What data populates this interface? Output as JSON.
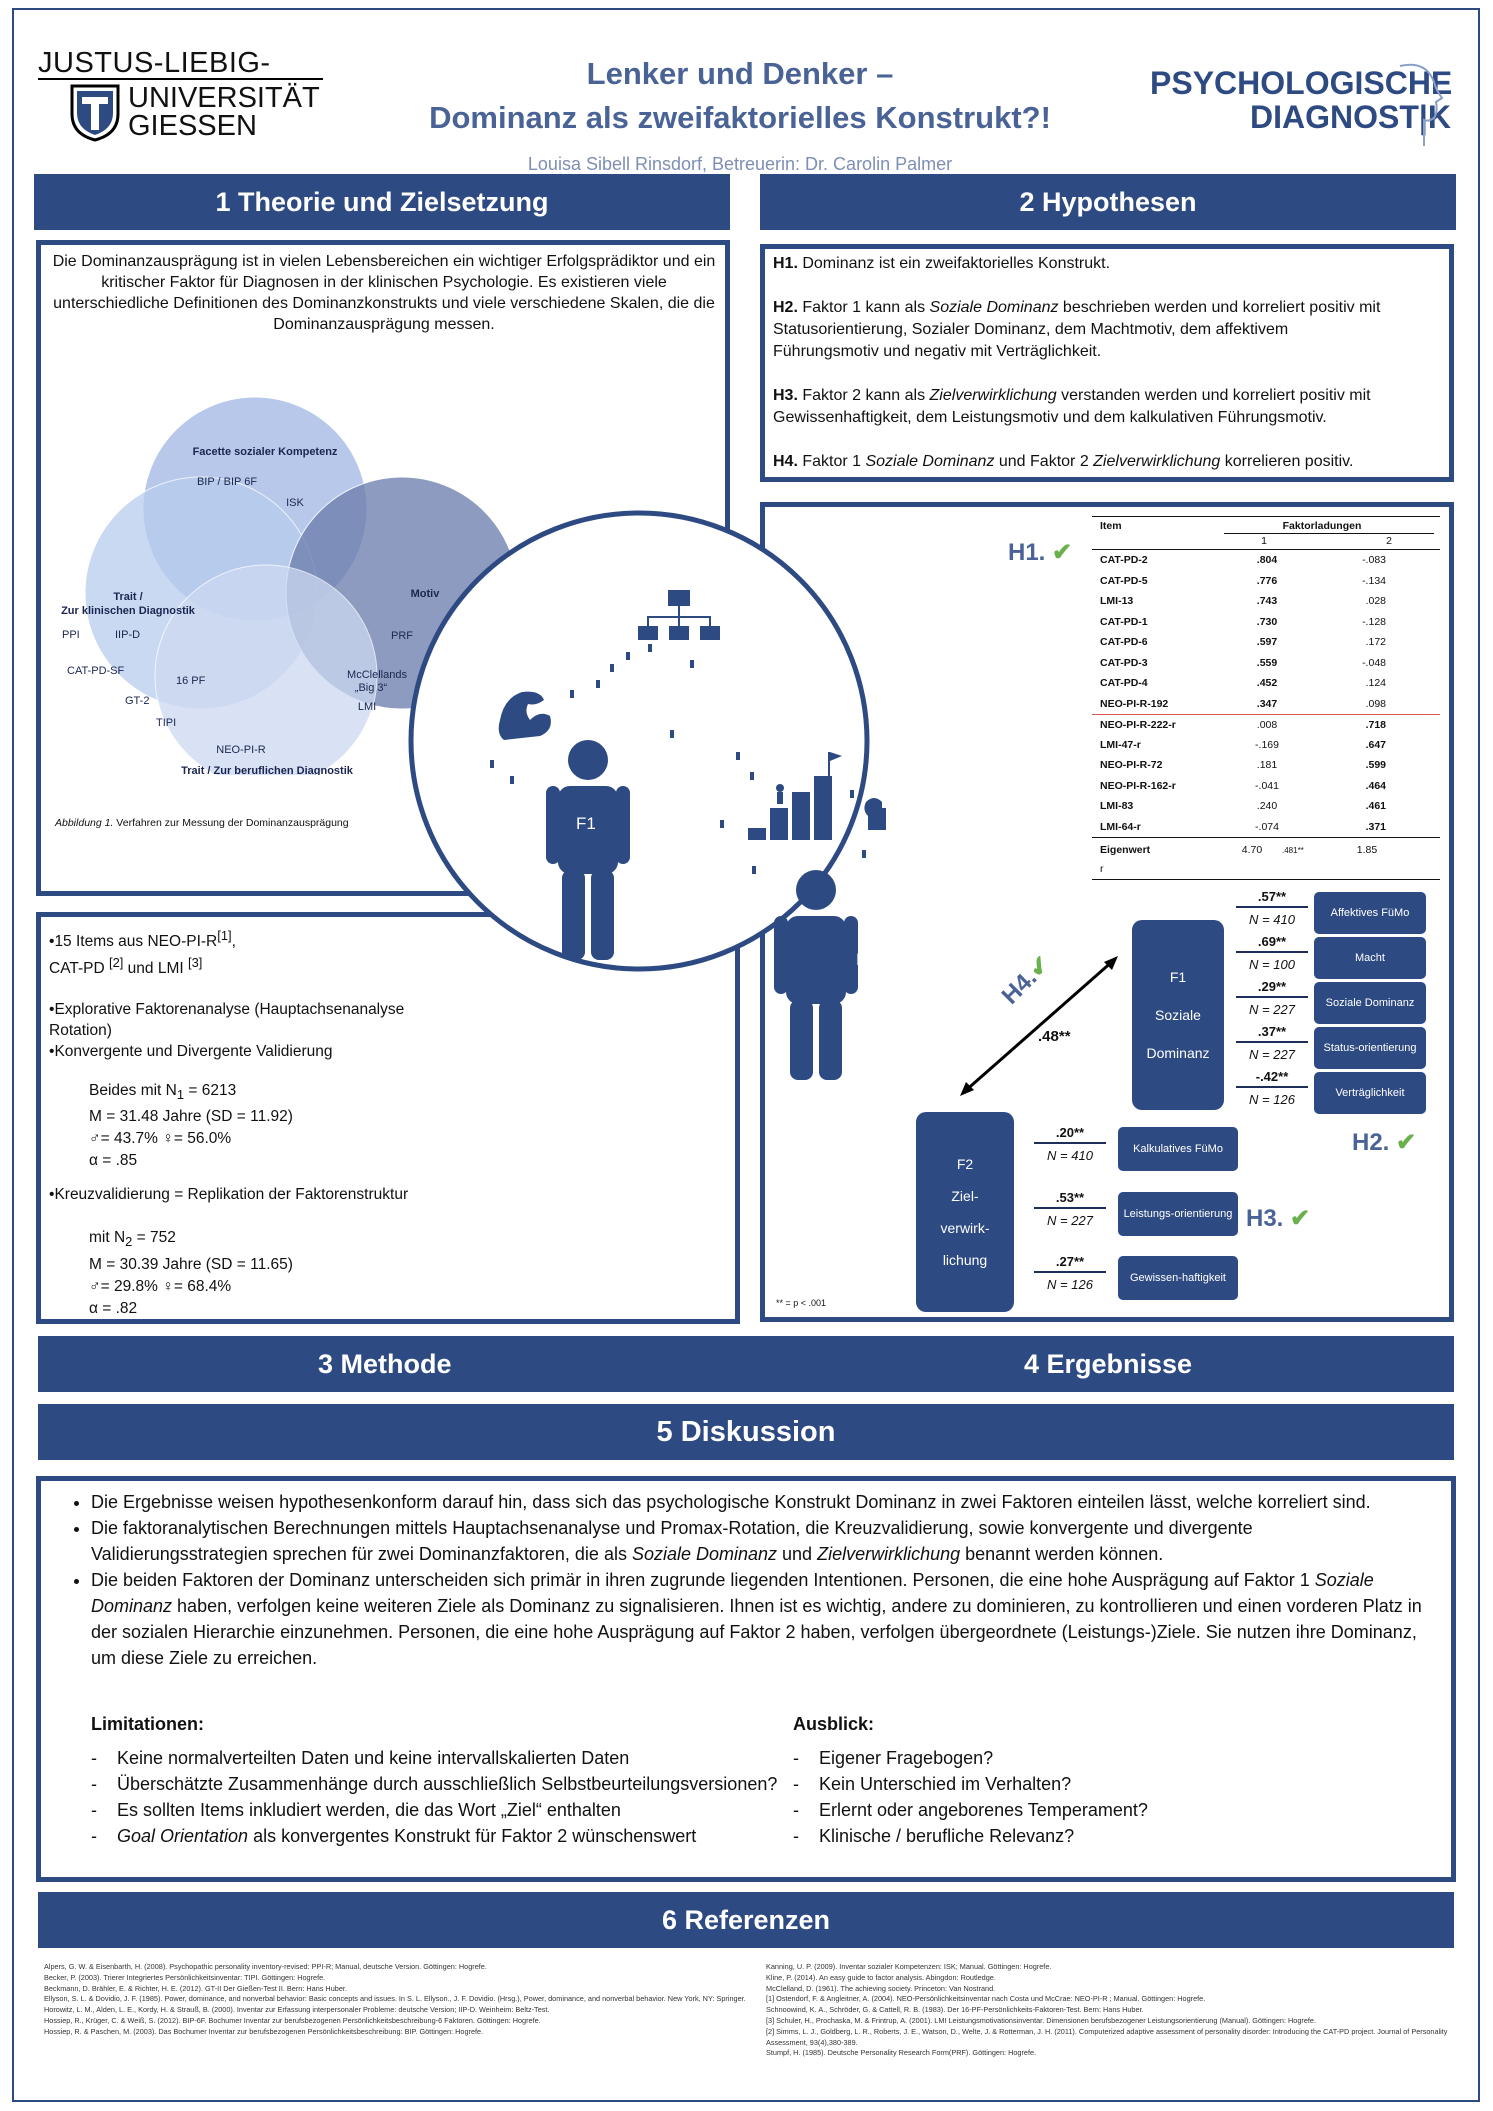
{
  "header": {
    "university": {
      "line1": "JUSTUS-LIEBIG-",
      "line2": "UNIVERSITÄT",
      "line3": "GIESSEN"
    },
    "title_line1": "Lenker und Denker –",
    "title_line2": "Dominanz als zweifaktorielles Konstrukt?!",
    "author": "Louisa Sibell Rinsdorf, Betreuerin: Dr. Carolin Palmer",
    "brand_line1": "PSYCHOLOGISCHE",
    "brand_line2": "DIAGNOST|K"
  },
  "sections": {
    "s1": "1 Theorie und Zielsetzung",
    "s2": "2 Hypothesen",
    "s3": "3 Methode",
    "s4": "4 Ergebnisse",
    "s5": "5 Diskussion",
    "s6": "6 Referenzen"
  },
  "theory": {
    "intro": "Die Dominanzausprägung ist in vielen Lebensbereichen ein wichtiger Erfolgsprädiktor und ein kritischer Faktor für Diagnosen in der klinischen Psychologie. Es existieren viele unterschiedliche Definitionen des Dominanzkonstrukts und viele verschiedene Skalen, die die Dominanzausprägung messen.",
    "caption_label": "Abbildung 1.",
    "caption_text": " Verfahren zur Messung der Dominanzausprägung",
    "venn": {
      "c_top": "Facette sozialer Kompetenz",
      "c_left_1": "Trait /",
      "c_left_2": "Zur klinischen Diagnostik",
      "c_right": "Motiv",
      "c_bottom": "Trait / Zur beruflichen Diagnostik",
      "bip": "BIP / BIP 6F",
      "isk": "ISK",
      "ppi": "PPI",
      "iipd": "IIP-D",
      "catpdsf": "CAT-PD-SF",
      "gt2": "GT-2",
      "tipi": "TIPI",
      "pf16": "16 PF",
      "prf": "PRF",
      "mcc1": "McClellands",
      "mcc2": "„Big 3“",
      "lmi": "LMI",
      "neo": "NEO-PI-R"
    }
  },
  "hypotheses": [
    {
      "label": "H1.",
      "text": " Dominanz ist ein zweifaktorielles Konstrukt."
    },
    {
      "label": "H2.",
      "text_a": " Faktor 1 kann als ",
      "em": "Soziale Dominanz",
      "text_b": " beschrieben werden und korreliert positiv mit Statusorientierung, Sozialer Dominanz, dem Machtmotiv, dem affektivem Führungsmotiv und negativ mit Verträglichkeit."
    },
    {
      "label": "H3.",
      "text_a": " Faktor 2 kann als ",
      "em": "Zielverwirklichung",
      "text_b": " verstanden werden und korreliert positiv mit Gewissenhaftigkeit, dem Leistungsmotiv und dem kalkulativen Führungsmotiv."
    },
    {
      "label": "H4.",
      "text_a": " Faktor 1 ",
      "em": "Soziale Dominanz",
      "text_b": " und Faktor 2 ",
      "em2": "Zielverwirklichung",
      "text_c": " korrelieren positiv."
    }
  ],
  "method": {
    "b1a": "15 Items aus NEO-PI-R",
    "b1sup": "[1]",
    "b1b": ",",
    "b1c": "CAT-PD ",
    "b1sup2": "[2]",
    "b1d": " und LMI ",
    "b1sup3": "[3]",
    "b2": "Explorative Faktorenanalyse (Hauptachsenanalyse Rotation)",
    "b3": "Konvergente und Divergente Validierung",
    "s1_n": "Beides mit N",
    "s1_sub": "1",
    "s1_val": " = 6213",
    "s1_m": "M = 31.48 Jahre (SD = 11.92)",
    "s1_g": "♂= 43.7% ♀= 56.0%",
    "s1_a": "α = .85",
    "b4": "Kreuzvalidierung = Replikation der Faktorenstruktur",
    "s2_n": "mit N",
    "s2_sub": "2",
    "s2_val": " = 752",
    "s2_m": "M = 30.39 Jahre (SD = 11.65)",
    "s2_g": "♂= 29.8% ♀= 68.4%",
    "s2_a": "α = .82"
  },
  "figures": {
    "f1": "F1",
    "f2": "F2"
  },
  "table": {
    "h_item": "Item",
    "h_load": "Faktorladungen",
    "h_1": "1",
    "h_2": "2",
    "rows": [
      [
        "CAT-PD-2",
        ".804",
        "-.083"
      ],
      [
        "CAT-PD-5",
        ".776",
        "-.134"
      ],
      [
        "LMI-13",
        ".743",
        ".028"
      ],
      [
        "CAT-PD-1",
        ".730",
        "-.128"
      ],
      [
        "CAT-PD-6",
        ".597",
        ".172"
      ],
      [
        "CAT-PD-3",
        ".559",
        "-.048"
      ],
      [
        "CAT-PD-4",
        ".452",
        ".124"
      ],
      [
        "NEO-PI-R-192",
        ".347",
        ".098"
      ],
      [
        "NEO-PI-R-222-r",
        ".008",
        ".718"
      ],
      [
        "LMI-47-r",
        "-.169",
        ".647"
      ],
      [
        "NEO-PI-R-72",
        ".181",
        ".599"
      ],
      [
        "NEO-PI-R-162-r",
        "-.041",
        ".464"
      ],
      [
        "LMI-83",
        ".240",
        ".461"
      ],
      [
        "LMI-64-r",
        "-.074",
        ".371"
      ]
    ],
    "eigen_label": "Eigenwert",
    "eigen_r": "r",
    "eigen_1": "4.70",
    "eigen_mid": ".481**",
    "eigen_2": "1.85"
  },
  "results": {
    "h1": "H1.",
    "h2": "H2.",
    "h3": "H3.",
    "h4": "H4.",
    "check": "✔",
    "f1_box": [
      "F1",
      "Soziale",
      "Dominanz"
    ],
    "f2_box": [
      "F2",
      "Ziel-",
      "verwirk-",
      "lichung"
    ],
    "f1_f2_r": ".48**",
    "f1_corr": [
      {
        "r": ".57**",
        "n": "N = 410",
        "label": "Affektives FüMo"
      },
      {
        "r": ".69**",
        "n": "N = 100",
        "label": "Macht"
      },
      {
        "r": ".29**",
        "n": "N = 227",
        "label": "Soziale Dominanz"
      },
      {
        "r": ".37**",
        "n": "N = 227",
        "label": "Status-orientierung"
      },
      {
        "r": "-.42**",
        "n": "N = 126",
        "label": "Verträglichkeit"
      }
    ],
    "f2_corr": [
      {
        "r": ".20**",
        "n": "N = 410",
        "label": "Kalkulatives FüMo"
      },
      {
        "r": ".53**",
        "n": "N = 227",
        "label": "Leistungs-orientierung"
      },
      {
        "r": ".27**",
        "n": "N = 126",
        "label": "Gewissen-haftigkeit"
      }
    ],
    "note": "** = p < .001"
  },
  "discussion": {
    "p1": "Die Ergebnisse weisen hypothesenkonform darauf hin, dass sich das psychologische Konstrukt Dominanz in zwei Faktoren einteilen lässt, welche korreliert sind.",
    "p2a": "Die faktoranalytischen Berechnungen mittels Hauptachsenanalyse und Promax-Rotation, die Kreuzvalidierung, sowie konvergente und divergente Validierungsstrategien sprechen für zwei Dominanzfaktoren, die als ",
    "p2em1": "Soziale Dominanz",
    "p2b": " und ",
    "p2em2": "Zielverwirklichung",
    "p2c": " benannt werden können.",
    "p3a": "Die beiden Faktoren der Dominanz unterscheiden sich primär in ihren zugrunde liegenden Intentionen. Personen, die eine hohe Ausprägung auf Faktor 1 ",
    "p3em": "Soziale Dominanz",
    "p3b": " haben, verfolgen keine weiteren Ziele als Dominanz zu signalisieren. Ihnen ist es wichtig, andere zu dominieren, zu kontrollieren und einen vorderen Platz in der sozialen Hierarchie einzunehmen. Personen, die eine hohe Ausprägung auf Faktor 2 haben, verfolgen übergeordnete (Leistungs-)Ziele. Sie nutzen ihre Dominanz, um diese Ziele zu erreichen.",
    "lim_title": "Limitationen:",
    "lim": [
      "Keine normalverteilten Daten und keine intervallskalierten Daten",
      "Überschätzte Zusammenhänge durch ausschließlich Selbstbeurteilungsversionen?",
      "Es sollten Items inkludiert werden, die das Wort „Ziel“ enthalten"
    ],
    "lim4_em": "Goal Orientation",
    "lim4": " als konvergentes Konstrukt für Faktor 2 wünschenswert",
    "aus_title": "Ausblick:",
    "aus": [
      "Eigener Fragebogen?",
      "Kein Unterschied im Verhalten?",
      "Erlernt oder angeborenes Temperament?",
      "Klinische / berufliche Relevanz?"
    ]
  },
  "references": {
    "left": [
      "Alpers, G. W. & Eisenbarth, H. (2008). Psychopathic personality inventory-revised: PPI-R; Manual, deutsche Version. Göttingen: Hogrefe.",
      "Becker, P. (2003). Trierer Integriertes Persönlichkeitsinventar: TIPI. Göttingen: Hogrefe.",
      "Beckmann, D. Brähler, E. & Richter, H. E. (2012). GT-II Der Gießen-Test II. Bern: Hans Huber.",
      "Ellyson, S. L. & Dovidio, J. F. (1985). Power, dominance, and nonverbal behavior: Basic concepts and issues. In S. L. Ellyson., J. F. Dovidio. (Hrsg.), Power, dominance, and nonverbal behavior. New York, NY: Springer.",
      "Horowitz, L. M., Alden, L. E., Kordy, H. & Strauß, B. (2000). Inventar zur Erfassung interpersonaler Probleme: deutsche Version; IIP-D. Weinheim: Beltz-Test.",
      "Hossiep, R., Krüger, C. & Weiß, S. (2012). BIP-6F. Bochumer Inventar zur berufsbezogenen Persönlichkeitsbeschreibung-6 Faktoren. Göttingen: Hogrefe.",
      "Hossiep, R. & Paschen, M. (2003). Das Bochumer Inventar zur berufsbezogenen Persönlichkeitsbeschreibung: BIP. Göttingen: Hogrefe."
    ],
    "right": [
      "Kanning, U. P. (2009). Inventar sozialer Kompetenzen: ISK; Manual. Göttingen: Hogrefe.",
      "Kline, P. (2014). An easy guide to factor analysis. Abingdon: Routledge.",
      "McClelland, D. (1961). The achieving society. Princeton: Van Nostrand.",
      "[1] Ostendorf, F. & Angleitner, A. (2004). NEO-Persönlichkeitsinventar nach Costa und McCrae: NEO-PI-R ; Manual. Göttingen: Hogrefe.",
      "Schnoowind, K. A., Schröder, G. & Cattell, R. B. (1983). Der 16-PF-Persönlichkeits-Faktoren-Test. Bern: Hans Huber.",
      "[3] Schuler, H., Prochaska, M. & Frintrup, A. (2001). LMI Leistungsmotivationsinventar. Dimensionen berufsbezogener Leistungsorientierung (Manual). Göttingen: Hogrefe.",
      "[2] Simms, L. J., Goldberg, L. R., Roberts, J. E., Watson, D., Welte, J. & Rotterman, J. H. (2011). Computerized adaptive assessment of personality disorder: Introducing the CAT-PD project. Journal of Personality Assessment, 93(4),380-389.",
      "Stumpf, H. (1985). Deutsche Personality Research Form(PRF). Göttingen: Hogrefe."
    ]
  },
  "colors": {
    "navy": "#2e4a82",
    "title_blue": "#4a6396",
    "check_green": "#6ab04c",
    "venn_light": "#b9c9ea",
    "venn_dark": "#7b8db8"
  },
  "icons": [
    "muscle-arm-icon",
    "org-chart-icon",
    "person-icon",
    "stairs-flag-icon",
    "chess-icon"
  ]
}
